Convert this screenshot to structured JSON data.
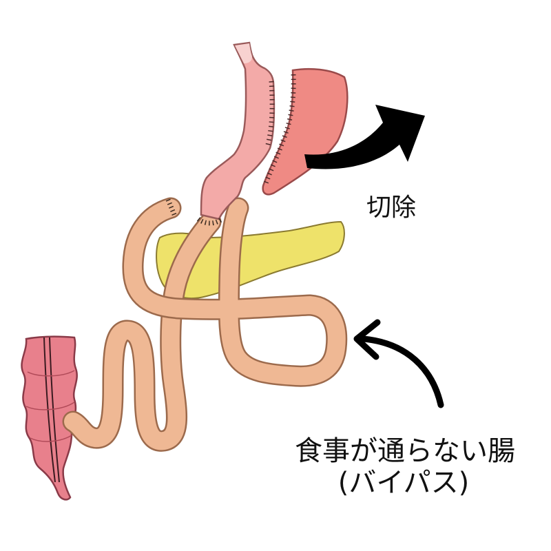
{
  "labels": {
    "resection": "切除",
    "bypass_line1": "食事が通らない腸",
    "bypass_line2": "(バイパス)"
  },
  "colors": {
    "esophagus": "#f3aaa8",
    "esophagus_outline": "#9a5a5a",
    "stomach": "#ef8a84",
    "stomach_outline": "#9a4a4a",
    "pancreas": "#eee26a",
    "pancreas_outline": "#8a7a30",
    "intestine": "#efb894",
    "intestine_outline": "#9c6a4c",
    "colon": "#e8808c",
    "colon_outline": "#8a3a48",
    "arrow": "#000000"
  }
}
